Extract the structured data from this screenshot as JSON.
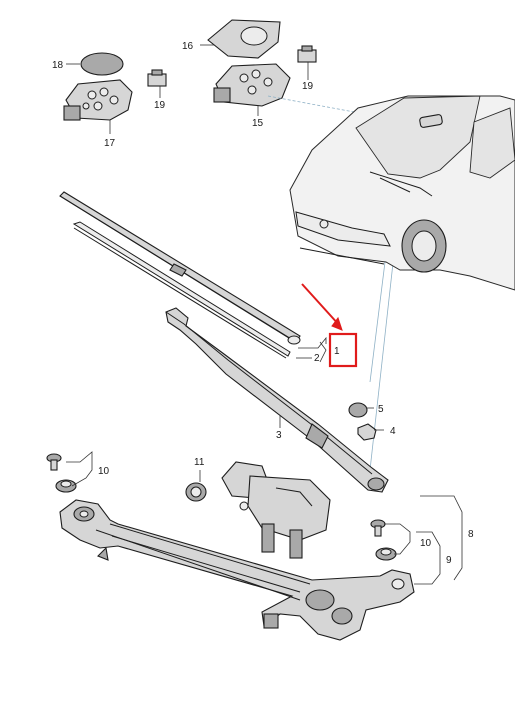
{
  "labels": {
    "l1": "1",
    "l2": "2",
    "l3": "3",
    "l4": "4",
    "l5": "5",
    "l8": "8",
    "l9": "9",
    "l10a": "10",
    "l10b": "10",
    "l11": "11",
    "l15": "15",
    "l16": "16",
    "l17": "17",
    "l18": "18",
    "l19a": "19",
    "l19b": "19"
  },
  "colors": {
    "highlight": "#e01b1b",
    "guide_line": "#8fb1c6"
  }
}
